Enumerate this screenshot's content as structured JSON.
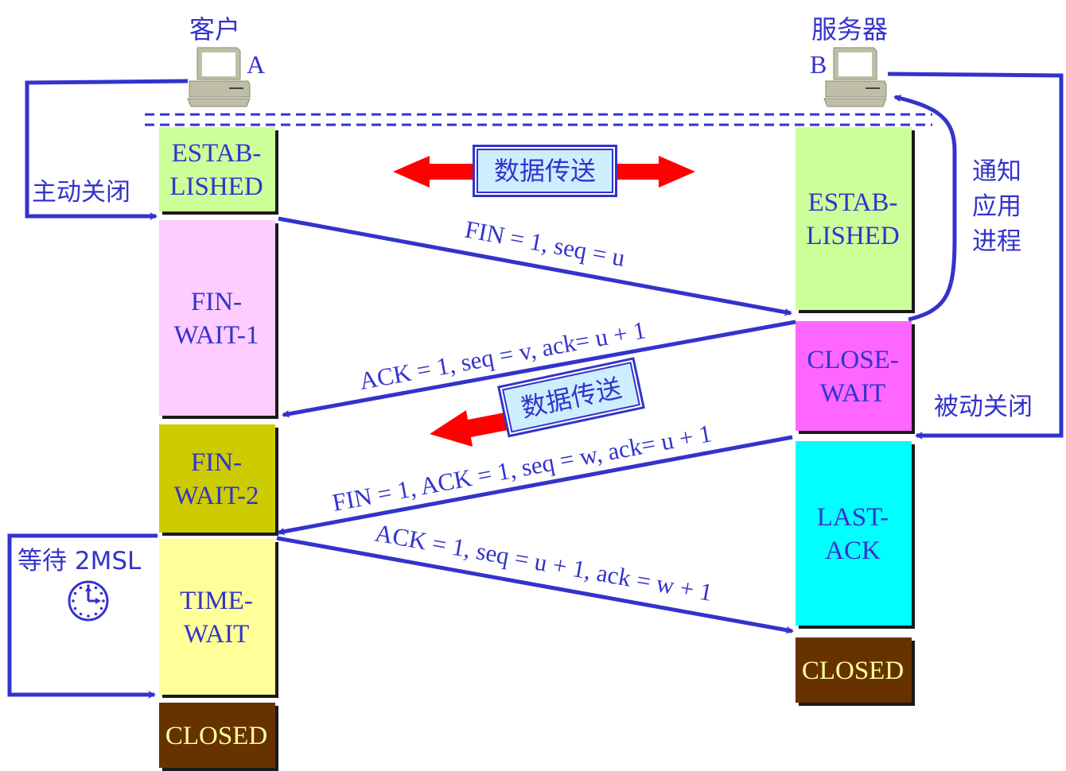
{
  "title": "TCP connection release (four-way handshake)",
  "colors": {
    "line": "#3333cc",
    "data_arrow": "#ff0000",
    "data_box_fill": "#cceeff",
    "shadow": "#1a1a1a",
    "computer_body": "#bfbfa8"
  },
  "client": {
    "title": "客户",
    "letter": "A",
    "icon": "computer-icon",
    "action_label": "主动关闭",
    "wait_label": "等待 2MSL",
    "wait_icon": "clock-icon",
    "states": [
      {
        "id": "established",
        "lines": [
          "ESTAB-",
          "LISHED"
        ],
        "color": "#ccff99"
      },
      {
        "id": "fin-wait-1",
        "lines": [
          "FIN-",
          "WAIT-1"
        ],
        "color": "#ffccff"
      },
      {
        "id": "fin-wait-2",
        "lines": [
          "FIN-",
          "WAIT-2"
        ],
        "color": "#cccc00"
      },
      {
        "id": "time-wait",
        "lines": [
          "TIME-",
          "WAIT"
        ],
        "color": "#ffff99"
      },
      {
        "id": "closed",
        "lines": [
          "CLOSED"
        ],
        "color": "#663300"
      }
    ]
  },
  "server": {
    "title": "服务器",
    "letter": "B",
    "icon": "computer-icon",
    "notify_label": [
      "通知",
      "应用",
      "进程"
    ],
    "action_label": "被动关闭",
    "states": [
      {
        "id": "established",
        "lines": [
          "ESTAB-",
          "LISHED"
        ],
        "color": "#ccff99"
      },
      {
        "id": "close-wait",
        "lines": [
          "CLOSE-",
          "WAIT"
        ],
        "color": "#ff66ff"
      },
      {
        "id": "last-ack",
        "lines": [
          "LAST-",
          "ACK"
        ],
        "color": "#00ffff"
      },
      {
        "id": "closed",
        "lines": [
          "CLOSED"
        ],
        "color": "#663300"
      }
    ]
  },
  "data_transfer": {
    "label": "数据传送",
    "bidirectional_label": "数据传送",
    "one_way_label": "数据传送"
  },
  "messages": [
    {
      "direction": "A→B",
      "label": "FIN = 1, seq = u"
    },
    {
      "direction": "B→A",
      "label": "ACK = 1, seq = v, ack= u + 1"
    },
    {
      "direction": "B→A",
      "label": "FIN = 1, ACK = 1, seq = w, ack= u + 1"
    },
    {
      "direction": "A→B",
      "label": "ACK = 1, seq = u + 1, ack = w + 1"
    }
  ]
}
